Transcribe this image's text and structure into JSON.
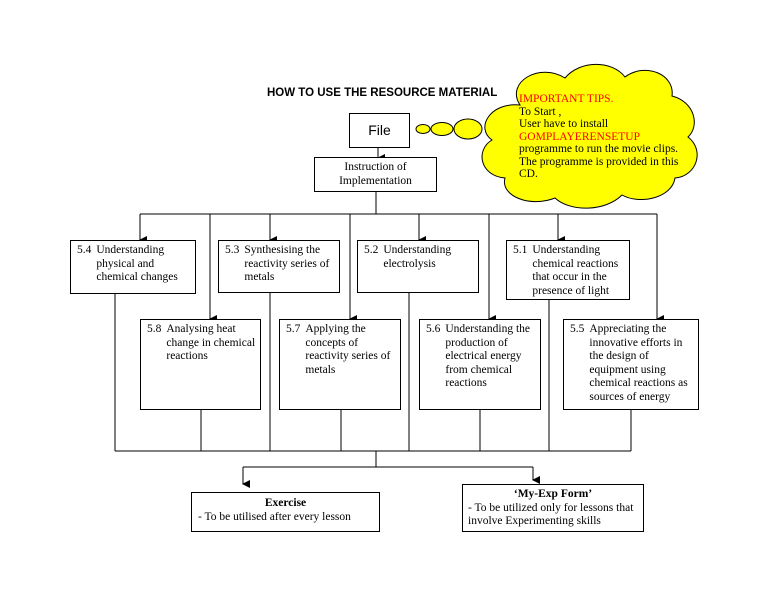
{
  "title": "HOW TO USE THE RESOURCE MATERIAL",
  "file_label": "File",
  "instruction": {
    "line1": "Instruction of",
    "line2": "Implementation"
  },
  "tips": {
    "heading": "IMPORTANT TIPS.",
    "line1": "To Start ,",
    "line2": "User have to install",
    "program_name": "GOMPLAYERENSETUP",
    "line3": "programme to run the movie clips. The programme is provided in this CD."
  },
  "topics_row1": [
    {
      "num": "5.4",
      "text": "Understanding physical and chemical changes"
    },
    {
      "num": "5.3",
      "text": "Synthesising the reactivity series of metals"
    },
    {
      "num": "5.2",
      "text": "Understanding electrolysis"
    },
    {
      "num": "5.1",
      "text": "Understanding chemical reactions that occur in the presence of light"
    }
  ],
  "topics_row2": [
    {
      "num": "5.8",
      "text": "Analysing heat change in chemical reactions"
    },
    {
      "num": "5.7",
      "text": "Applying the concepts of reactivity series of metals"
    },
    {
      "num": "5.6",
      "text": "Understanding the production of electrical energy from chemical reactions"
    },
    {
      "num": "5.5",
      "text": "Appreciating the innovative efforts in the design of equipment using chemical reactions as sources of energy"
    }
  ],
  "exercise": {
    "title": "Exercise",
    "text": "- To be utilised after every lesson"
  },
  "myexp": {
    "title": "‘My-Exp Form’",
    "text": "- To be utilized only for lessons that involve Experimenting skills"
  },
  "colors": {
    "cloud_fill": "#ffff00",
    "tip_highlight": "#ff0000",
    "lines": "#000000"
  }
}
